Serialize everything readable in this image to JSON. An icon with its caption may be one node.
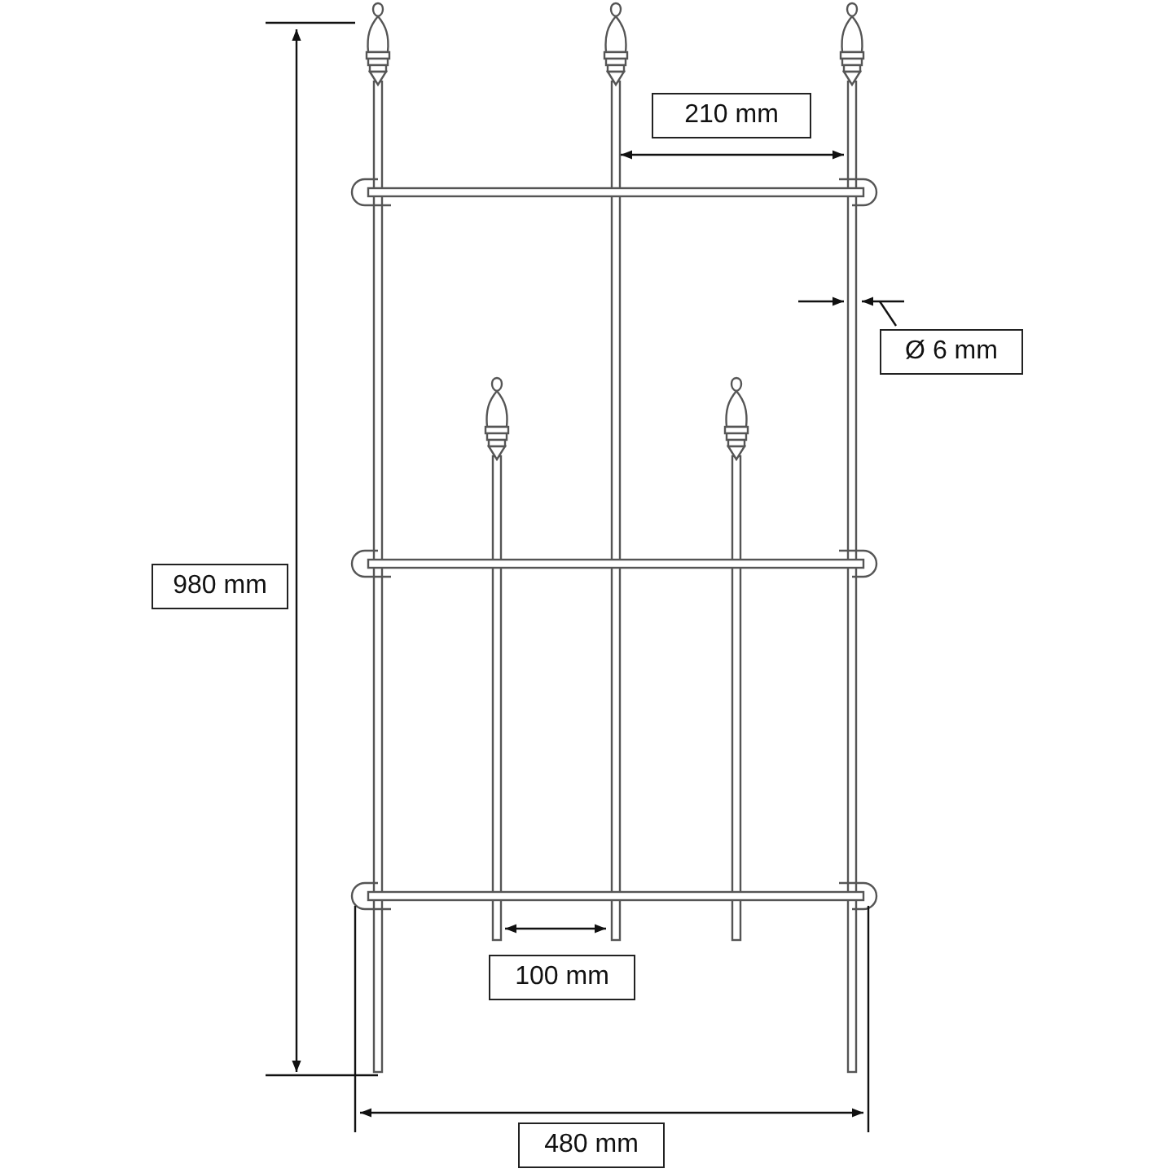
{
  "diagram": {
    "labels": [
      "210 mm",
      "Ø 6 mm",
      "980 mm",
      "100 mm",
      "480 mm"
    ]
  }
}
